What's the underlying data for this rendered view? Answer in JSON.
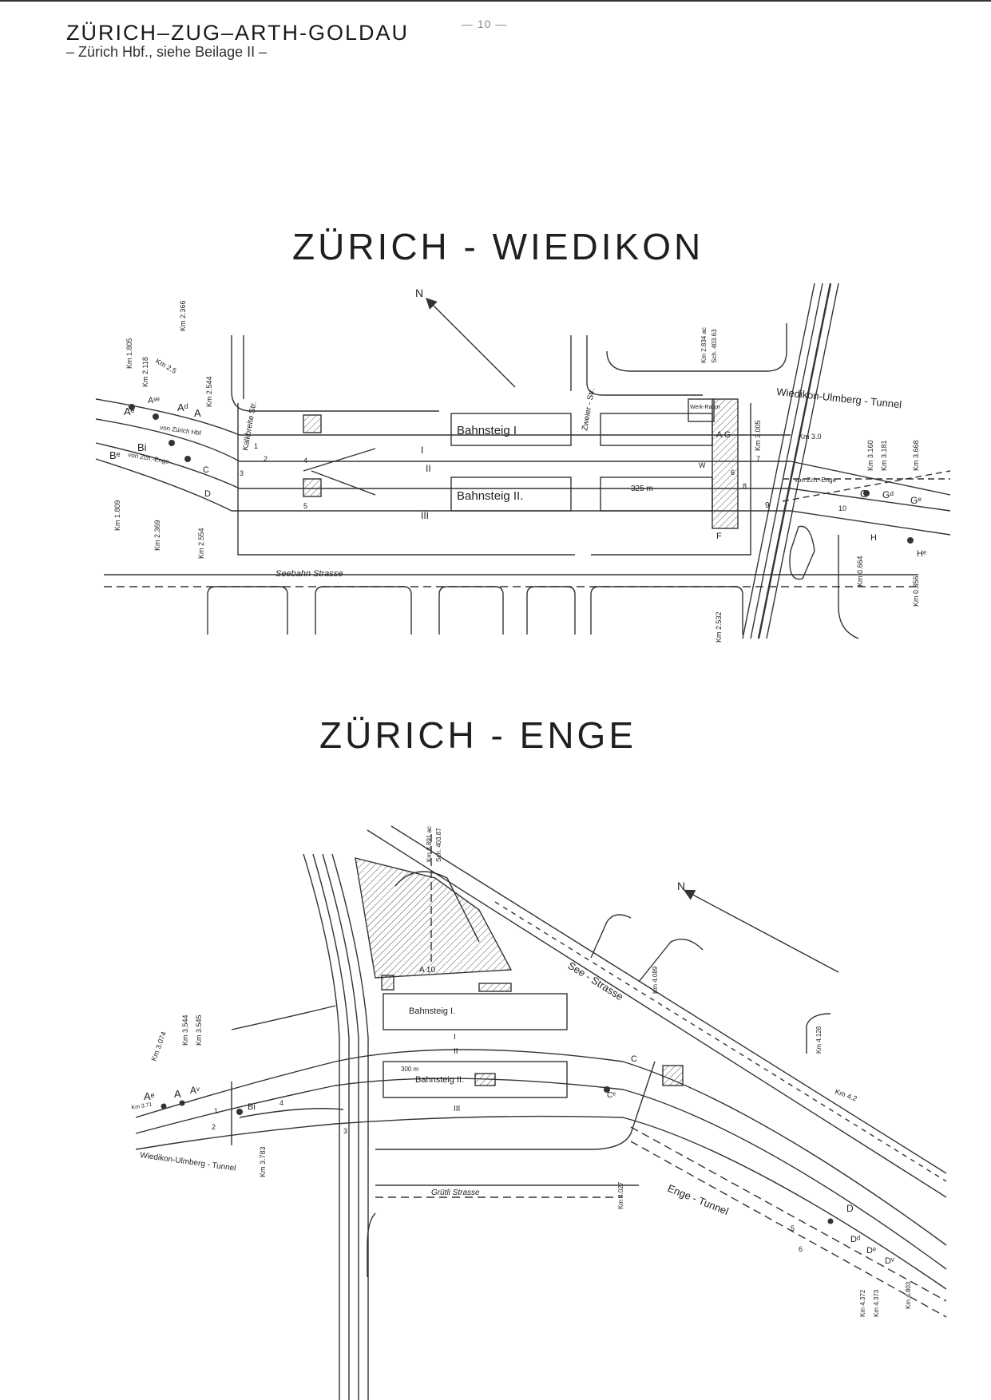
{
  "header": {
    "title": "ZÜRICH–ZUG–ARTH-GOLDAU",
    "subtitle": "– Zürich Hbf., siehe Beilage II –",
    "page_marker": "— 10 —"
  },
  "wiedikon": {
    "title": "ZÜRICH - WIEDIKON",
    "north": "N",
    "platform_1": "Bahnsteig I",
    "platform_2": "Bahnsteig II.",
    "tunnel": "Wiedikon-Ulmberg - Tunnel",
    "street_bottom": "Seebahn  Strasse",
    "street_left": "Kalkbreite Str.",
    "street_mid": "Zweier - Str.",
    "platform_length": "325 m",
    "building": "Werk-Raum",
    "track_1": "I",
    "track_2": "II",
    "track_3": "III",
    "dir_hbf": "von Zürich Hbf",
    "dir_enge": "von Zch.-Enge",
    "dir_enge_right": "von Zch.-Enge",
    "km_labels": [
      "Km 1.805",
      "Km 2.118",
      "Km 2.366",
      "Km 2.5",
      "Km 2.544",
      "Km 1.809",
      "Km 2.369",
      "Km 2.554",
      "Km 2.834 ac",
      "Sch. 403.63",
      "Km 3.005",
      "Km 3.0",
      "Km 3.160",
      "Km 3.181",
      "Km 3.668",
      "Km 0.664",
      "Km 0.356",
      "Km 2.532"
    ],
    "signals": [
      "Aᵉ",
      "Aᵛᵉ",
      "Aᵈ",
      "A",
      "Bi",
      "Bᵉ",
      "C",
      "D",
      "A G",
      "F",
      "G",
      "Gᵈ",
      "Gᵉ",
      "H",
      "Hᵉ",
      "W"
    ],
    "point_numbers": [
      "1",
      "2",
      "3",
      "4",
      "5",
      "6",
      "7",
      "8",
      "9",
      "10"
    ]
  },
  "enge": {
    "title": "ZÜRICH - ENGE",
    "north": "N",
    "platform_1": "Bahnsteig I.",
    "platform_2": "Bahnsteig II.",
    "tunnel_left": "Wiedikon-Ulmberg - Tunnel",
    "tunnel_right": "Enge - Tunnel",
    "street_see": "See - Strasse",
    "street_grutli": "Grütli  Strasse",
    "building": "A 10",
    "platform_length": "300 m",
    "track_1": "I",
    "track_2": "II",
    "track_3": "III",
    "km_labels": [
      "Km 3.891 ac",
      "Sch. 403.87",
      "Km 3.074",
      "Km 3.544",
      "Km 3.545",
      "Km 3.71",
      "Km 3.783",
      "Km 4.089",
      "Km 4.128",
      "Km 4.2",
      "Km 4.027",
      "Km 4.372",
      "Km 4.373",
      "Km 4.803"
    ],
    "signals": [
      "Aᵉ",
      "A",
      "Aᵛ",
      "Bi",
      "C",
      "D",
      "Dᵈ",
      "Dᵉ",
      "Dᵛ",
      "Cᵉ"
    ],
    "point_numbers": [
      "1",
      "2",
      "3",
      "4",
      "5",
      "6"
    ]
  }
}
